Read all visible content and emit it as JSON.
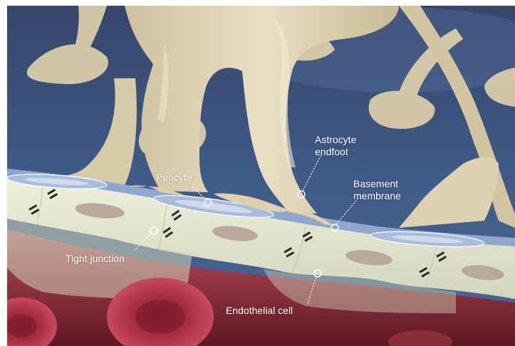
{
  "labels": {
    "pericyte": "Pericyte",
    "astrocyte_endfoot": [
      "Astrocyte",
      "endfoot"
    ],
    "basement_membrane": [
      "Basement",
      "membrane"
    ],
    "tight_junction": "Tight junction",
    "endothelial_cell": "Endothelial cell"
  },
  "colors": {
    "background_blue": "#3f5a86",
    "astrocyte": "#dccfae",
    "basement_membrane": "#8fa6cf",
    "endothelium": "#e4e6cc",
    "nucleus": "#b9a99a",
    "blood": "#9a2f3e",
    "red_blood_cell": "#b5384b"
  }
}
